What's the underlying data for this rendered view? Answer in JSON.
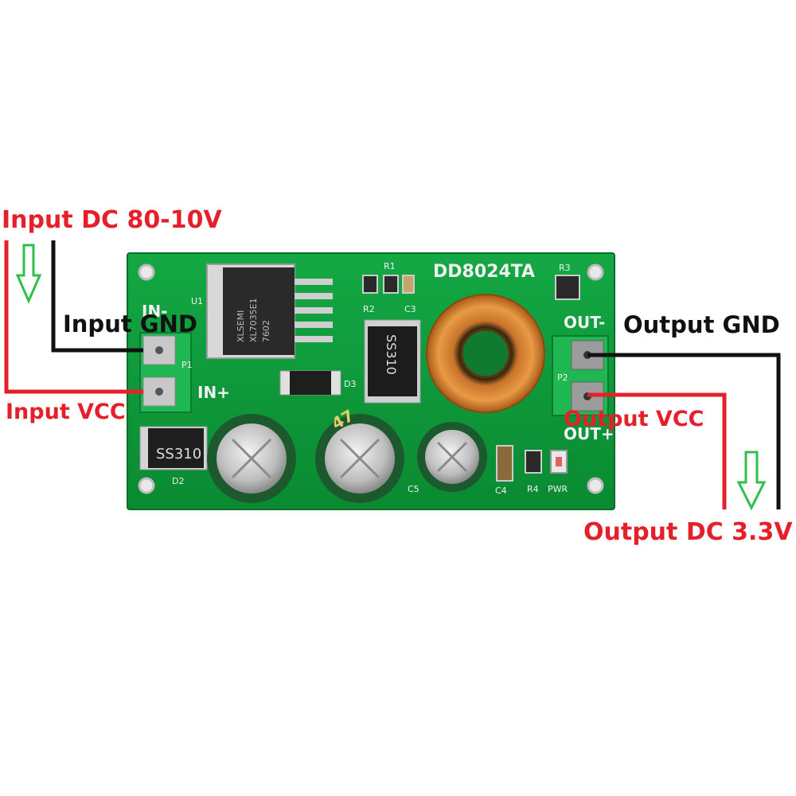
{
  "annotations": {
    "input_dc": "Input DC 80-10V",
    "input_gnd": "Input GND",
    "input_vcc": "Input VCC",
    "output_gnd": "Output GND",
    "output_vcc": "Output VCC",
    "output_dc": "Output DC 3.3V"
  },
  "board": {
    "model": "DD8024TA",
    "in_minus": "IN-",
    "in_plus": "IN+",
    "out_minus": "OUT-",
    "out_plus": "OUT+",
    "silkscreen": {
      "u1": "U1",
      "p1": "P1",
      "p2": "P2",
      "r1": "R1",
      "r2": "R2",
      "r3": "R3",
      "r4": "R4",
      "c3": "C3",
      "c4": "C4",
      "c5": "C5",
      "d2": "D2",
      "d3": "D3",
      "pwr": "PWR"
    },
    "chip_marking": [
      "XLSEMI",
      "XL7035E1",
      "7602"
    ],
    "diode_marking": "SS310",
    "capacitor_marking": "47"
  },
  "colors": {
    "pcb": "#0e9a3a",
    "positive_wire": "#e5202a",
    "ground_wire": "#111111",
    "arrow": "#2fbf4a"
  },
  "icons": [
    "down-arrow-icon",
    "down-arrow-icon"
  ]
}
